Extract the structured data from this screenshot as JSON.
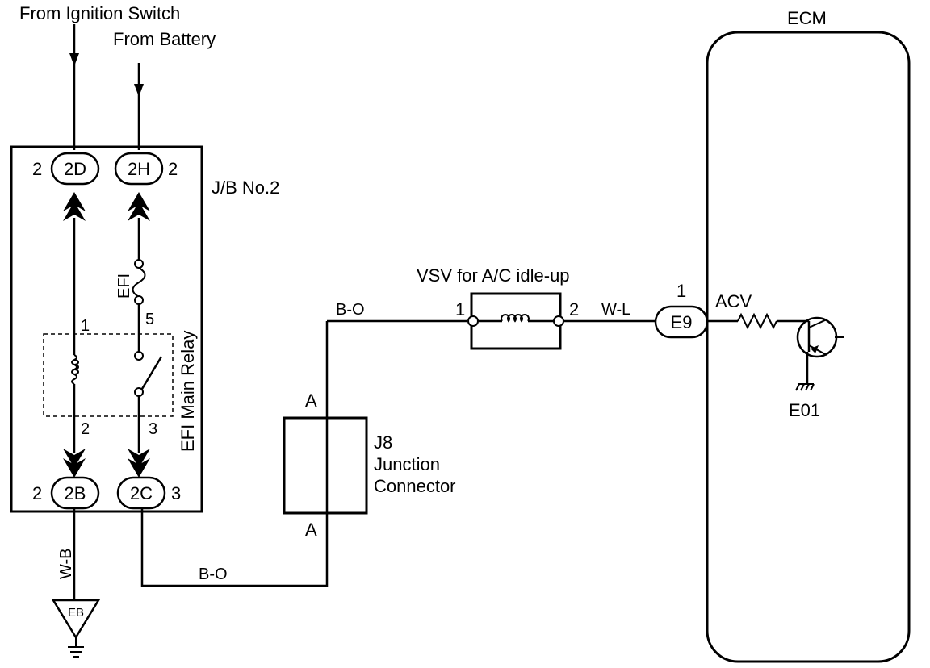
{
  "sources": {
    "ignition": "From Ignition Switch",
    "battery": "From Battery"
  },
  "jb": {
    "label": "J/B No.2",
    "terminals": {
      "t2d": {
        "id": "2D",
        "pin": "2"
      },
      "t2h": {
        "id": "2H",
        "pin": "2"
      },
      "t2b": {
        "id": "2B",
        "pin": "2"
      },
      "t2c": {
        "id": "2C",
        "pin": "3"
      }
    }
  },
  "relay": {
    "label": "EFI Main Relay",
    "fuse": "EFI",
    "pins": {
      "p1": "1",
      "p2": "2",
      "p3": "3",
      "p5": "5"
    }
  },
  "ground": {
    "wire": "W-B",
    "label": "EB"
  },
  "wires": {
    "bo_bottom": "B-O",
    "bo_top": "B-O",
    "wl": "W-L"
  },
  "junction": {
    "name": "J8",
    "line2": "Junction",
    "line3": "Connector",
    "pin_top": "A",
    "pin_bottom": "A"
  },
  "vsv": {
    "label": "VSV for A/C idle-up",
    "pin1": "1",
    "pin2": "2"
  },
  "ecm": {
    "label": "ECM",
    "connector": "E9",
    "connector_pin": "1",
    "signal": "ACV",
    "ground": "E01"
  }
}
